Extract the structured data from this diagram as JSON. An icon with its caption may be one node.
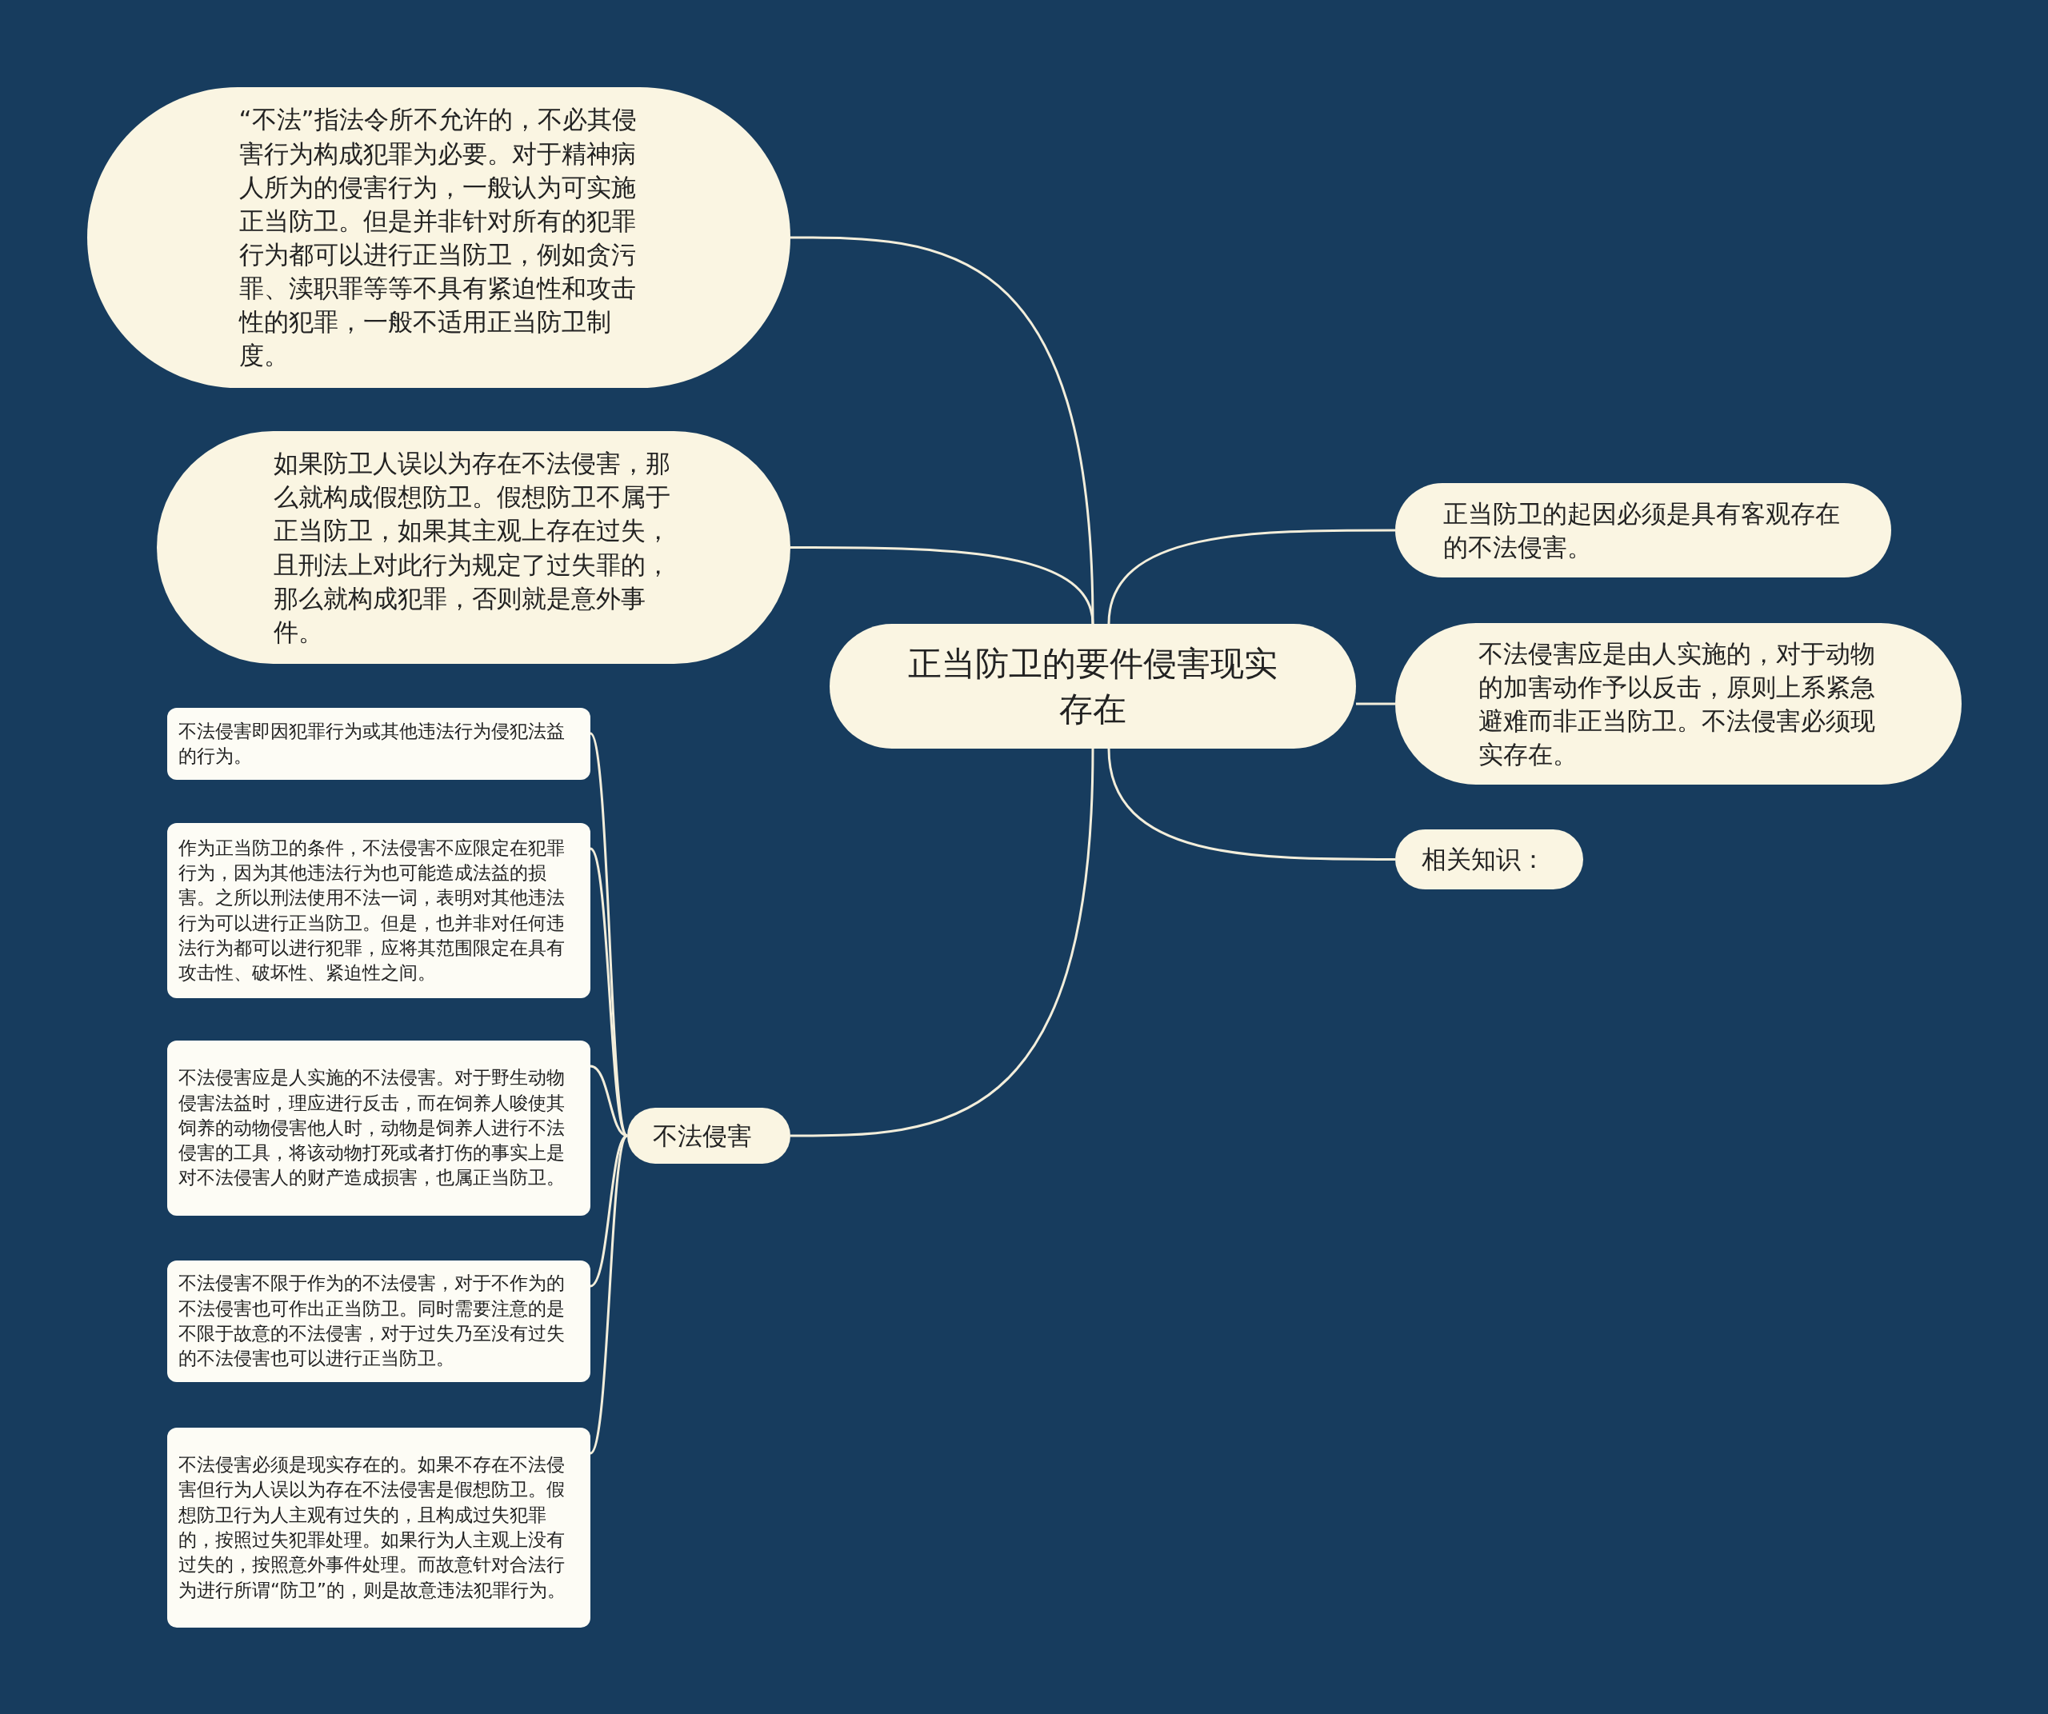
{
  "diagram": {
    "nodes": [
      {
        "text": [
          "正当防卫的要件侵害现实存在"
        ]
      },
      {
        "text": [
          "“不法”指法令所不允许的，不必其侵害行为构成犯罪为必要。对于精神病人所为的侵害行为，一般认为可实施正当防卫。但是并非针对所有的犯罪行为都可以进行正当防卫，例如贪污罪、渎职罪等等不具有紧迫性和攻击性的犯罪，一般不适用正当防卫制度。"
        ]
      },
      {
        "text": [
          "如果防卫人误以为存在不法侵害，那么就构成假想防卫。假想防卫不属于正当防卫，如果其主观上存在过失，且刑法上对此行为规定了过失罪的，那么就构成犯罪，否则就是意外事件。"
        ]
      },
      {
        "text": [
          "正当防卫的起因必须是具有客观存在的不法侵害。"
        ]
      },
      {
        "text": [
          "不法侵害应是由人实施的，对于动物的加害动作予以反击，原则上系紧急避难而非正当防卫。不法侵害必须现实存在。"
        ]
      },
      {
        "text": [
          "相关知识："
        ]
      },
      {
        "text": [
          "不法侵害"
        ]
      },
      {
        "text": [
          "不法侵害即因犯罪行为或其他违法行为侵犯法益的行为。"
        ]
      },
      {
        "text": [
          "作为正当防卫的条件，不法侵害不应限定在犯罪行为，因为其他违法行为也可能造成法益的损害。之所以刑法使用不法一词，表明对其他违法行为可以进行正当防卫。但是，也并非对任何违法行为都可以进行犯罪，应将其范围限定在具有攻击性、破坏性、紧迫性之间。"
        ]
      },
      {
        "text": [
          "不法侵害应是人实施的不法侵害。对于野生动物侵害法益时，理应进行反击，而在饲养人唆使其饲养的动物侵害他人时，动物是饲养人进行不法侵害的工具，将该动物打死或者打伤的事实上是对不法侵害人的财产造成损害，也属正当防卫。"
        ]
      },
      {
        "text": [
          "不法侵害不限于作为的不法侵害，对于不作为的不法侵害也可作出正当防卫。同时需要注意的是不限于故意的不法侵害，对于过失乃至没有过失的不法侵害也可以进行正当防卫。"
        ]
      },
      {
        "text": [
          "不法侵害必须是现实存在的。如果不存在不法侵害但行为人误以为存在不法侵害是假想防卫。假想防卫行为人主观有过失的，且构成过失犯罪的，按照过失犯罪处理。如果行为人主观上没有过失的，按照意外事件处理。而故意针对合法行为进行所谓“防卫”的，则是故意违法犯罪行为。"
        ]
      }
    ],
    "edges": [
      {
        "from": 0,
        "to": 1,
        "arrow": "none"
      },
      {
        "from": 0,
        "to": 2,
        "arrow": "none"
      },
      {
        "from": 0,
        "to": 3,
        "arrow": "none"
      },
      {
        "from": 0,
        "to": 4,
        "arrow": "none"
      },
      {
        "from": 0,
        "to": 5,
        "arrow": "none"
      },
      {
        "from": 0,
        "to": 6,
        "arrow": "none"
      },
      {
        "from": 6,
        "to": 7,
        "arrow": "none"
      },
      {
        "from": 6,
        "to": 8,
        "arrow": "none"
      },
      {
        "from": 6,
        "to": 9,
        "arrow": "none"
      },
      {
        "from": 6,
        "to": 10,
        "arrow": "none"
      },
      {
        "from": 6,
        "to": 11,
        "arrow": "none"
      }
    ]
  }
}
